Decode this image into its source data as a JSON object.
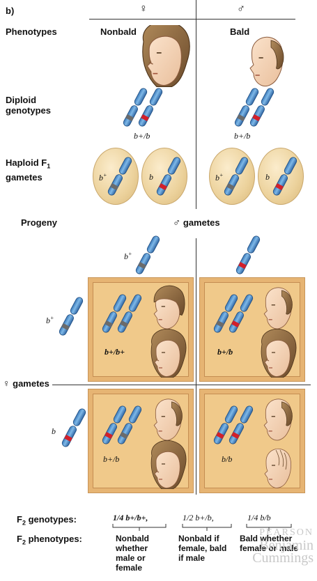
{
  "panel_label": "b)",
  "female_symbol": "♀",
  "male_symbol": "♂",
  "labels": {
    "phenotypes": "Phenotypes",
    "diploid": "Diploid genotypes",
    "haploid": "Haploid F",
    "haploid_sub": "1",
    "gametes": "gametes",
    "progeny": "Progeny",
    "male_gametes": "gametes",
    "female_gametes": "gametes"
  },
  "parents": {
    "female_pheno": "Nonbald",
    "male_pheno": "Bald",
    "female_geno": "b+/b",
    "male_geno": "b+/b"
  },
  "gamete_labels": {
    "bplus": "b",
    "bplus_sup": "+",
    "b": "b"
  },
  "punnett": {
    "c11": "b+/b+",
    "c12": "b+/b",
    "c21": "b+/b",
    "c22": "b/b"
  },
  "f2": {
    "geno_label": "F",
    "geno_label_sub": "2",
    "geno_label_rest": "genotypes:",
    "pheno_label_rest": "phenotypes:",
    "g1": "1/4  b+/b+,",
    "g2": "1/2  b+/b,",
    "g3": "1/4  b/b",
    "p1": "Nonbald whether male or female",
    "p2": "Nonbald if female, bald if male",
    "p3": "Bald whether female or male"
  },
  "watermark": {
    "line1": "PEARSON",
    "line2": "Benjamin",
    "line3": "Cummings"
  }
}
